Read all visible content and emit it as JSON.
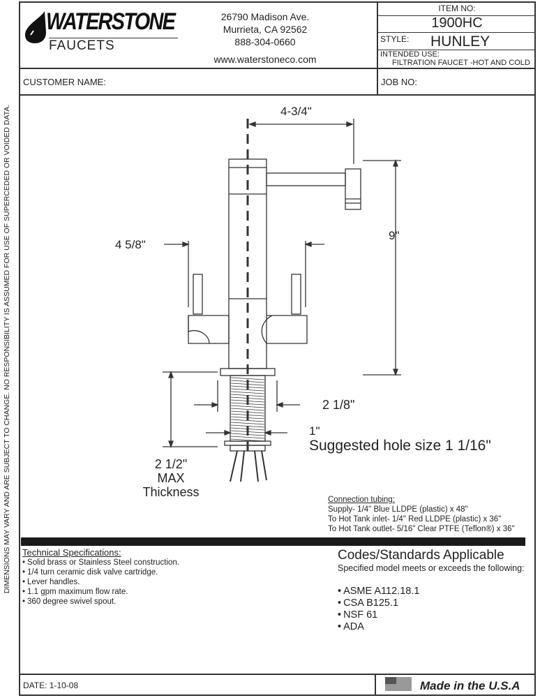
{
  "brand": {
    "name": "WATERSTONE",
    "sub": "FAUCETS"
  },
  "address": {
    "street": "26790 Madison Ave.",
    "city": "Murrieta, CA 92562",
    "phone": "888-304-0660",
    "web": "www.waterstoneco.com"
  },
  "item": {
    "label": "ITEM NO:",
    "value": "1900HC",
    "style_label": "STYLE:",
    "style_value": "HUNLEY",
    "use_label": "INTENDED USE:",
    "use_value": "FILTRATION FAUCET -HOT AND  COLD"
  },
  "customer_label": "CUSTOMER NAME:",
  "job_label": "JOB NO:",
  "side_note": "DIMENSIONS MAY VARY AND ARE SUBJECT TO CHANGE. NO RESPONSIBILITY IS ASSUMED FOR USE OF SUPERCEDED OR VOIDED DATA.",
  "dims": {
    "reach": "4-3/4\"",
    "height": "9\"",
    "lever": "4 5/8\"",
    "base": "2 1/8\"",
    "shank": "1\"",
    "hole": "Suggested hole size 1 1/16\"",
    "thick1": "2 1/2\"",
    "thick2": "MAX",
    "thick3": "Thickness"
  },
  "tubing": {
    "title": "Connection tubing:",
    "lines": [
      "Supply- 1/4\" Blue LLDPE (plastic) x 48\"",
      "To Hot Tank inlet- 1/4\" Red LLDPE (plastic) x 36\"",
      "To Hot Tank outlet- 5/16\" Clear PTFE (Teflon®) x 36\""
    ]
  },
  "specs": {
    "title": "Technical Specifications:",
    "items": [
      "Solid brass or Stainless Steel construction.",
      "1/4 turn ceramic disk valve cartridge.",
      "Lever handles.",
      "1.1 gpm maximum flow rate.",
      "360 degree swivel spout."
    ]
  },
  "codes": {
    "title": "Codes/Standards Applicable",
    "subtitle": "Specified model meets or exceeds the following:",
    "items": [
      "ASME A112.18.1",
      "CSA B125.1",
      "NSF 61",
      "ADA"
    ]
  },
  "footer": {
    "date": "DATE: 1-10-08",
    "made": "Made in the U.S.A"
  }
}
